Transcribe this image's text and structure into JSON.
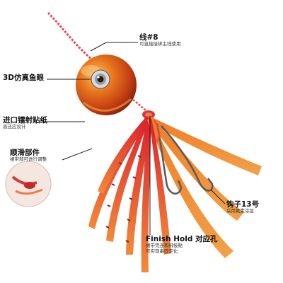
{
  "callouts": {
    "line": {
      "title": "线#8",
      "desc": "可直接接绑主线使用"
    },
    "eye": {
      "title": "3D仿真鱼眼"
    },
    "sticker": {
      "title": "进口镭射贴纸",
      "desc": "高还应设计"
    },
    "slide": {
      "title": "顺滑部件",
      "desc": "裙带部可进行调整"
    },
    "hook": {
      "title": "钩子13号",
      "desc": "采用氟素涂层"
    },
    "finish": {
      "title": "Finish Hold 对应孔",
      "desc1": "裙带完连和绑接點",
      "desc2": "可实现串固定化"
    }
  },
  "colors": {
    "head_orange": "#e0641b",
    "head_gold": "#c9861e",
    "skirt_orange": "#f06a1f",
    "skirt_red": "#d81e2a",
    "line_red": "#e8484f"
  }
}
